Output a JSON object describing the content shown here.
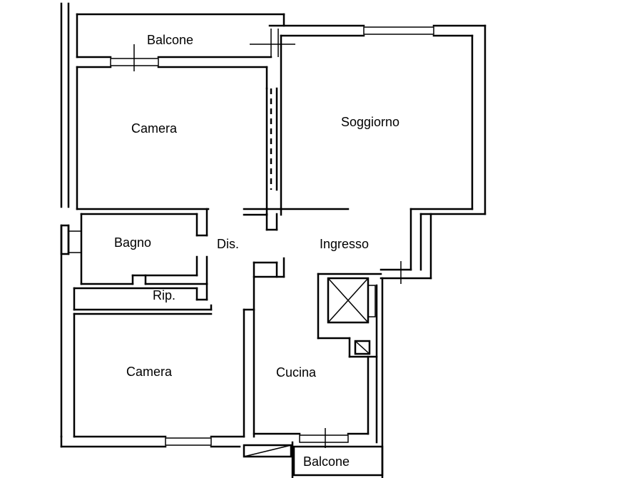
{
  "rooms": {
    "balcone_top": "Balcone",
    "camera_top": "Camera",
    "soggiorno": "Soggiorno",
    "bagno": "Bagno",
    "dis": "Dis.",
    "ingresso": "Ingresso",
    "rip": "Rip.",
    "camera_bottom": "Camera",
    "cucina": "Cucina",
    "balcone_bottom": "Balcone"
  },
  "icons": [
    "elevator-shaft-icon",
    "vent-duct-icon",
    "window-icon",
    "door-opening-icon"
  ]
}
